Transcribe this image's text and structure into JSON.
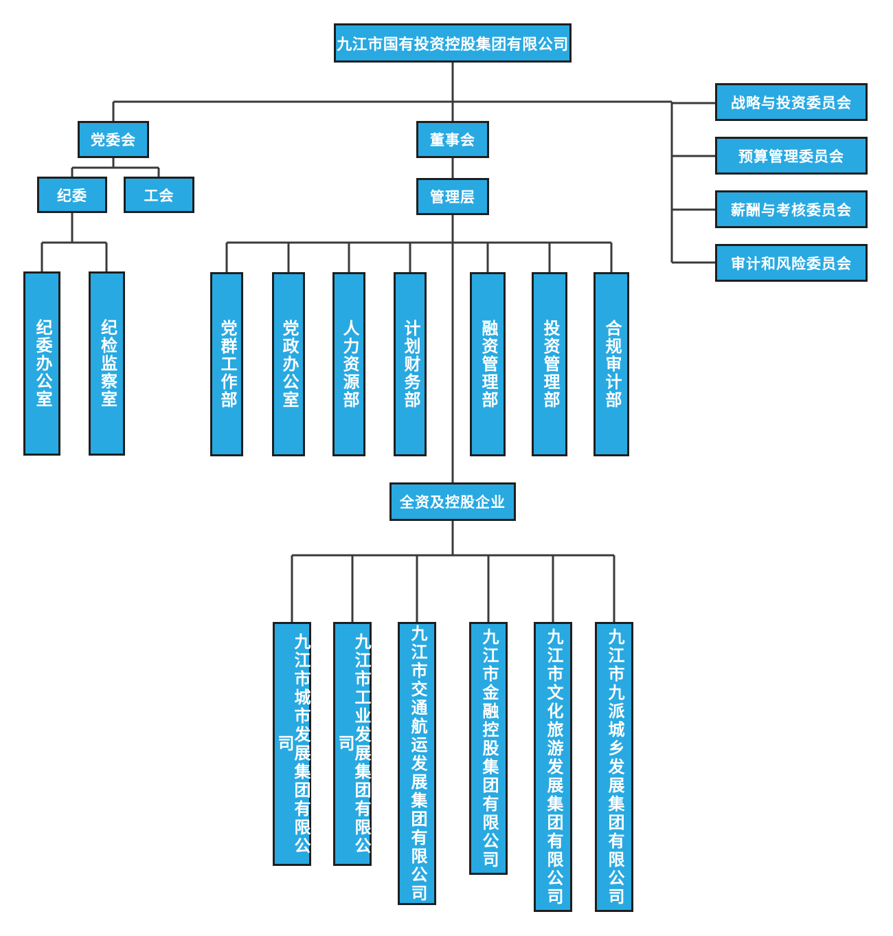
{
  "org": {
    "root": "九江市国有投资控股集团有限公司",
    "party_committee": "党委会",
    "board": "董事会",
    "management": "管理层",
    "discipline_committee": "纪委",
    "labor_union": "工会",
    "discipline_offices": [
      "纪委办公室",
      "纪检监察室"
    ],
    "board_committees": [
      "战略与投资委员会",
      "预算管理委员会",
      "薪酬与考核委员会",
      "审计和风险委员会"
    ],
    "departments": [
      "党群工作部",
      "党政办公室",
      "人力资源部",
      "计划财务部",
      "融资管理部",
      "投资管理部",
      "合规审计部"
    ],
    "subsidiaries_header": "全资及控股企业",
    "subsidiaries": [
      "九江市城市发展集团有限公司",
      "九江市工业发展集团有限公司",
      "九江市交通航运发展集团有限公司",
      "九江市金融控股集团有限公司",
      "九江市文化旅游发展集团有限公司",
      "九江市九派城乡发展集团有限公司"
    ]
  },
  "colors": {
    "node_fill": "#29A9E1",
    "node_border": "#1E1E1E",
    "node_text": "#FFFFFF",
    "line": "#3A3A3A",
    "background": "#FFFFFF"
  }
}
